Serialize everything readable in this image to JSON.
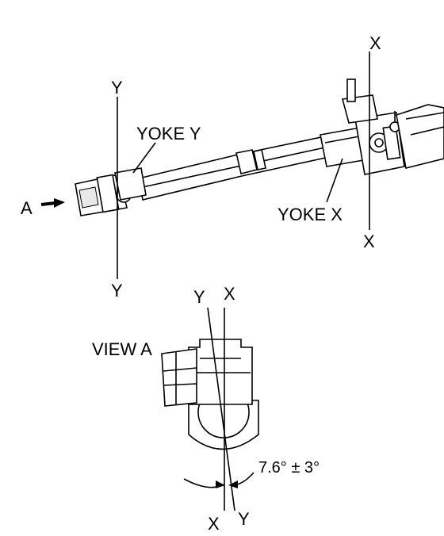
{
  "labels": {
    "axis_y_top": "Y",
    "axis_y_bottom": "Y",
    "axis_x_top": "X",
    "axis_x_bottom": "X",
    "yoke_y": "YOKE Y",
    "yoke_x": "YOKE X",
    "arrow_a": "A",
    "view_a": "VIEW A",
    "view_y_top": "Y",
    "view_x_top": "X",
    "view_x_bottom": "X",
    "view_y_bottom": "Y",
    "angle": "7.6° ± 3°"
  }
}
